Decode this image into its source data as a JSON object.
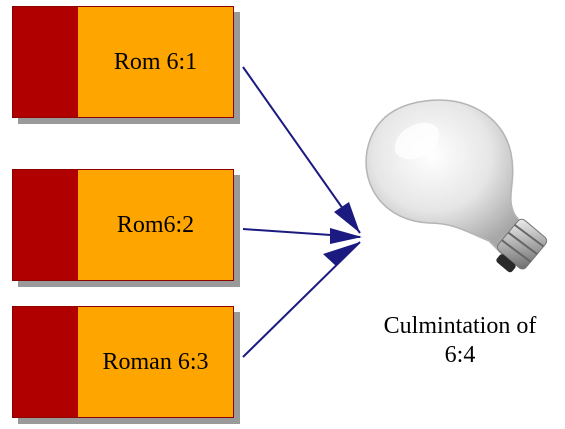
{
  "diagram": {
    "sources": [
      {
        "label": "Rom 6:1"
      },
      {
        "label": "Rom6:2"
      },
      {
        "label": "Roman 6:3"
      }
    ],
    "target": {
      "icon": "lightbulb-icon",
      "caption_line1": "Culmintation of",
      "caption_line2": "6:4"
    },
    "colors": {
      "box_fill": "#FFA500",
      "box_stripe": "#B00000",
      "box_border": "#8B0000",
      "arrow": "#1a1a80"
    }
  }
}
